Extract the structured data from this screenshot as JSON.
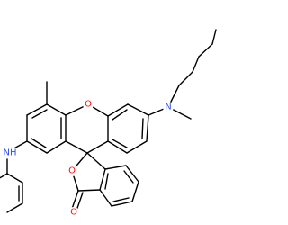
{
  "molecule": {
    "atoms": [
      {
        "id": "O1",
        "label": "O",
        "color": "#ff0d0d"
      },
      {
        "id": "N1",
        "label": "N",
        "color": "#3050f8"
      },
      {
        "id": "N2",
        "label": "NH",
        "color": "#3050f8"
      },
      {
        "id": "O2",
        "label": "O",
        "color": "#ff0d0d"
      },
      {
        "id": "O3",
        "label": "O",
        "color": "#ff0d0d"
      }
    ],
    "bond_color": "#000000",
    "background": "#ffffff"
  }
}
